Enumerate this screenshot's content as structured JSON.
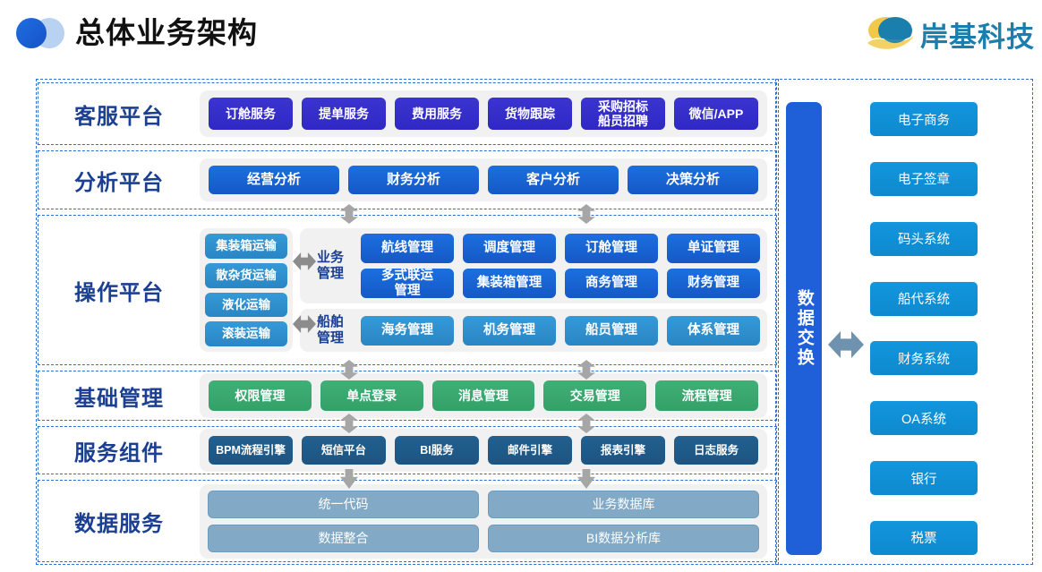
{
  "header": {
    "title": "总体业务架构",
    "logo_icon": "two-circles-icon",
    "brand_name": "岸基科技",
    "brand_icon": "wave-ellipse-logo-icon",
    "brand_color": "#1b7fad"
  },
  "colors": {
    "indigo": "#3b34cf",
    "blue": "#1c6fe0",
    "sky": "#359ad8",
    "green": "#40b077",
    "steel": "#22608f",
    "muted": "#82aac6",
    "cyan": "#1296dd",
    "label_navy": "#1b3f91",
    "dashed_border": "#2b6fd1"
  },
  "rows": {
    "service_platform": {
      "label": "客服平台",
      "items": [
        "订舱服务",
        "提单服务",
        "费用服务",
        "货物跟踪",
        "采购招标\n船员招聘",
        "微信/APP"
      ]
    },
    "analysis_platform": {
      "label": "分析平台",
      "items": [
        "经营分析",
        "财务分析",
        "客户分析",
        "决策分析"
      ]
    },
    "operation_platform": {
      "label": "操作平台",
      "transport_modes": [
        "集装箱运输",
        "散杂货运输",
        "液化运输",
        "滚装运输"
      ],
      "business_group": {
        "title": "业务\n管理",
        "row1": [
          "航线管理",
          "调度管理",
          "订舱管理",
          "单证管理"
        ],
        "row2": [
          "多式联运\n管理",
          "集装箱管理",
          "商务管理",
          "财务管理"
        ]
      },
      "ship_group": {
        "title": "船舶\n管理",
        "row1": [
          "海务管理",
          "机务管理",
          "船员管理",
          "体系管理"
        ]
      }
    },
    "basic_management": {
      "label": "基础管理",
      "items": [
        "权限管理",
        "单点登录",
        "消息管理",
        "交易管理",
        "流程管理"
      ]
    },
    "service_components": {
      "label": "服务组件",
      "items": [
        "BPM流程引擎",
        "短信平台",
        "BI服务",
        "邮件引擎",
        "报表引擎",
        "日志服务"
      ]
    },
    "data_services": {
      "label": "数据服务",
      "row1": [
        "统一代码",
        "业务数据库"
      ],
      "row2": [
        "数据整合",
        "BI数据分析库"
      ]
    }
  },
  "right_panel": {
    "exchange_label": "数据交换",
    "external_systems": [
      "电子商务",
      "电子签章",
      "码头系统",
      "船代系统",
      "财务系统",
      "OA系统",
      "银行",
      "税票"
    ]
  }
}
